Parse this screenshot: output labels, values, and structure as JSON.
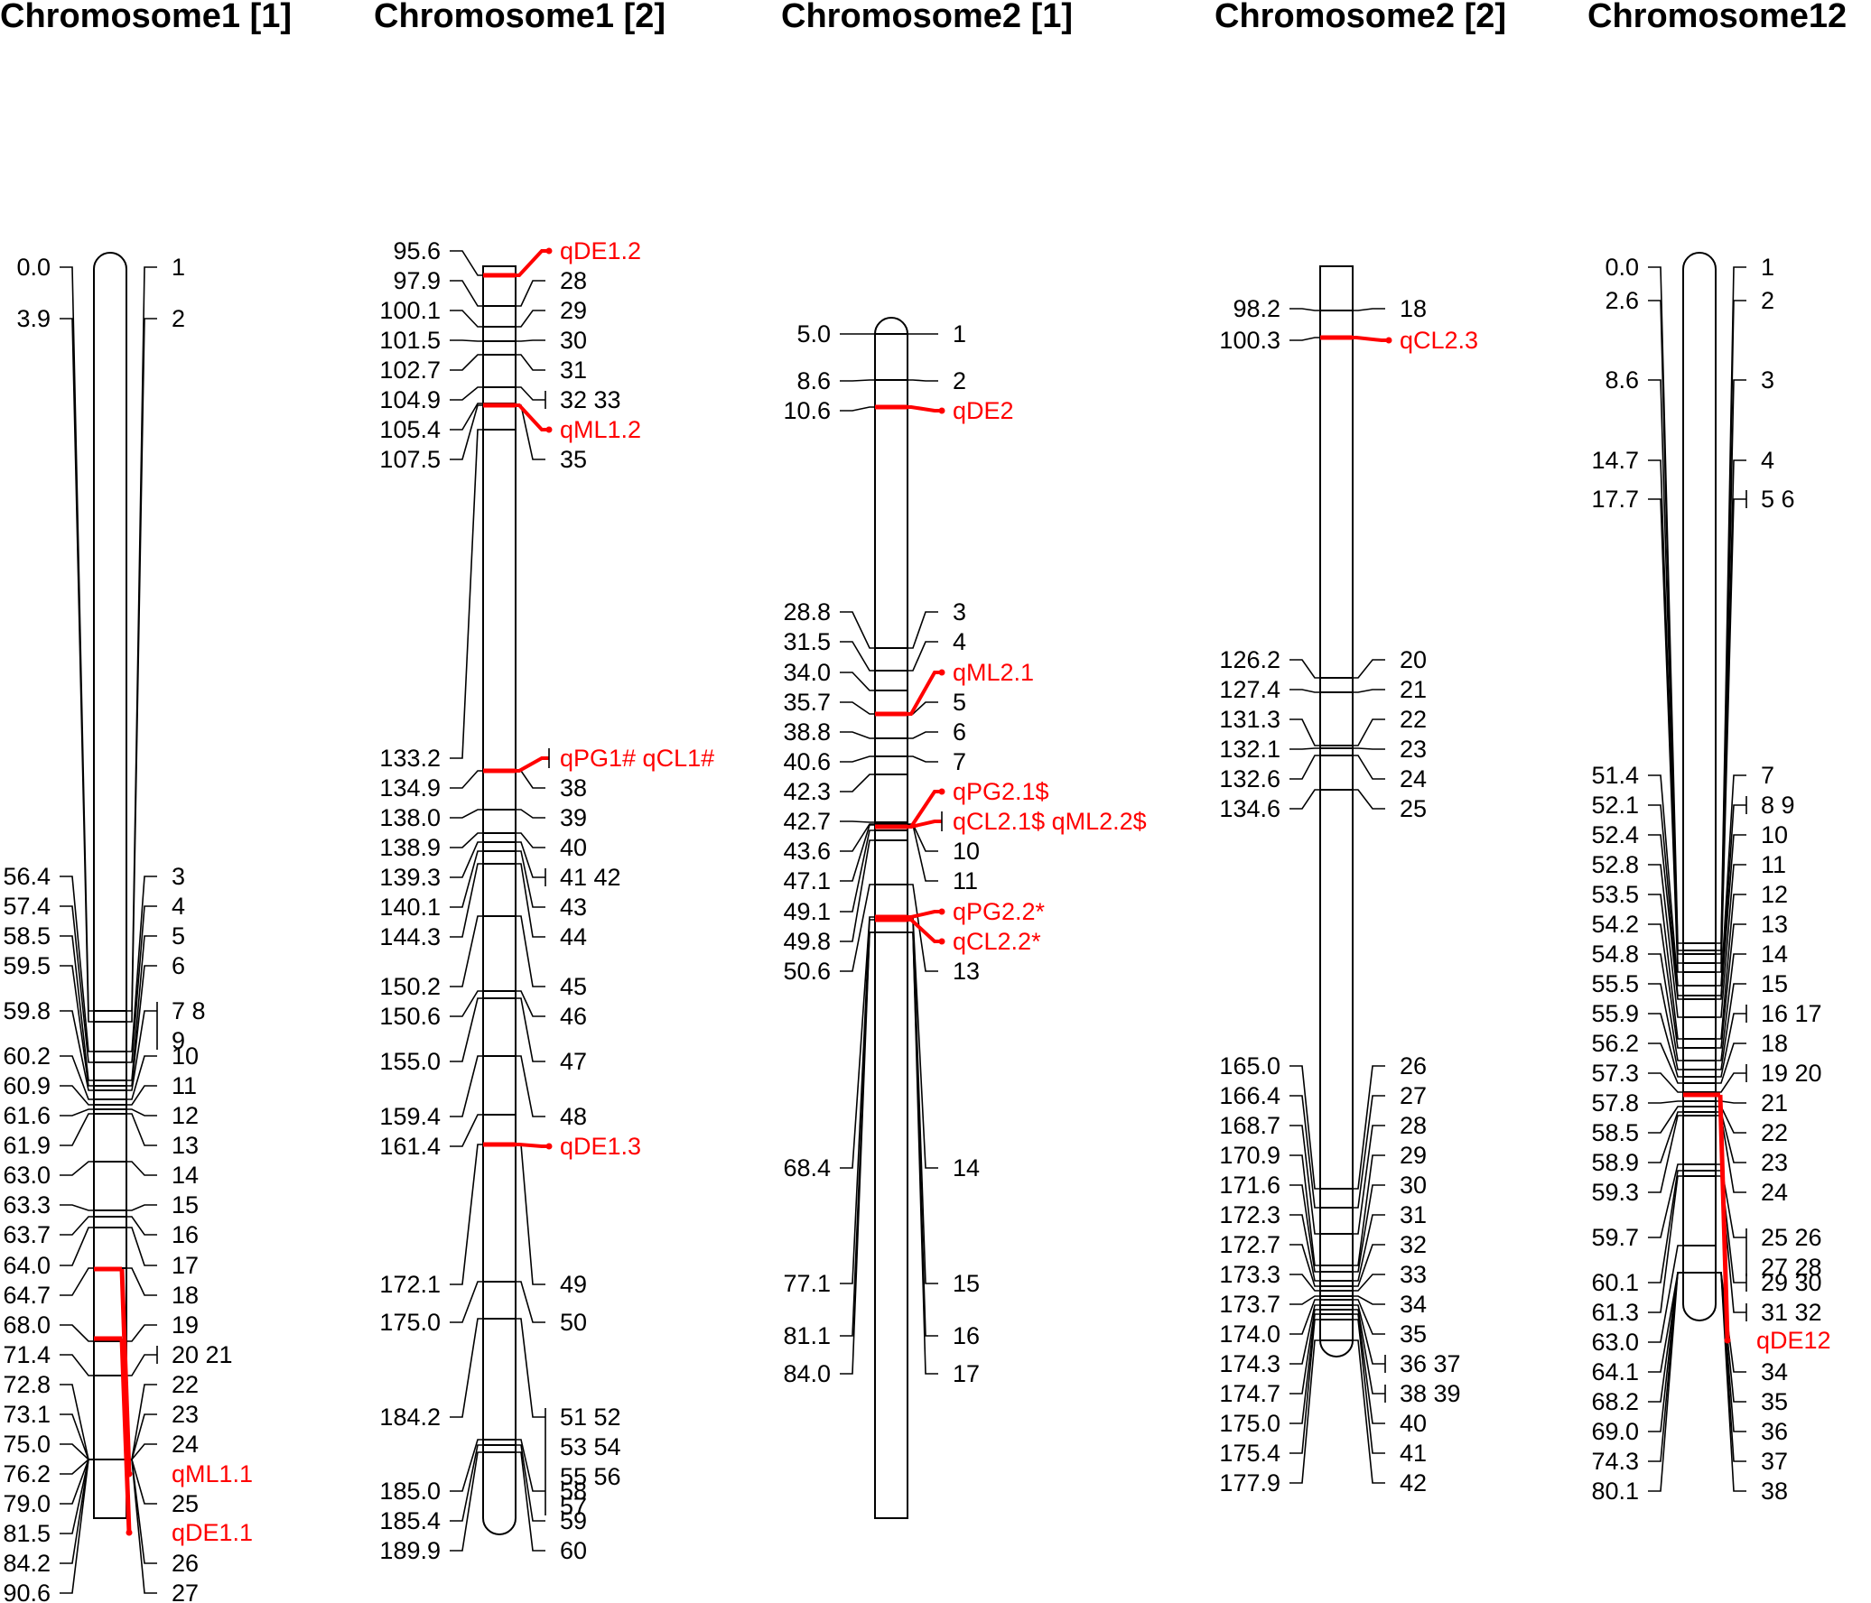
{
  "colors": {
    "line": "#000000",
    "qtl": "#ff0000",
    "background": "#ffffff"
  },
  "chromosomes": [
    {
      "title": "Chromosome1 [1]",
      "markers": [
        {
          "pos": "0.0",
          "labels": [
            "1"
          ]
        },
        {
          "pos": "3.9",
          "labels": [
            "2"
          ]
        },
        {
          "pos": "56.4",
          "labels": [
            "3"
          ]
        },
        {
          "pos": "57.4",
          "labels": [
            "4"
          ]
        },
        {
          "pos": "58.5",
          "labels": [
            "5"
          ]
        },
        {
          "pos": "59.5",
          "labels": [
            "6"
          ]
        },
        {
          "pos": "59.8",
          "labels": [
            "7 8",
            "9"
          ]
        },
        {
          "pos": "60.2",
          "labels": [
            "10"
          ]
        },
        {
          "pos": "60.9",
          "labels": [
            "11"
          ]
        },
        {
          "pos": "61.6",
          "labels": [
            "12"
          ]
        },
        {
          "pos": "61.9",
          "labels": [
            "13"
          ]
        },
        {
          "pos": "63.0",
          "labels": [
            "14"
          ]
        },
        {
          "pos": "63.3",
          "labels": [
            "15"
          ]
        },
        {
          "pos": "63.7",
          "labels": [
            "16"
          ]
        },
        {
          "pos": "64.0",
          "labels": [
            "17"
          ]
        },
        {
          "pos": "64.7",
          "labels": [
            "18"
          ]
        },
        {
          "pos": "68.0",
          "labels": [
            "19"
          ]
        },
        {
          "pos": "71.4",
          "labels": [
            "20 21"
          ]
        },
        {
          "pos": "72.8",
          "labels": [
            "22"
          ]
        },
        {
          "pos": "73.1",
          "labels": [
            "23"
          ]
        },
        {
          "pos": "75.0",
          "labels": [
            "24"
          ]
        },
        {
          "pos": "76.2",
          "labels": []
        },
        {
          "pos": "79.0",
          "labels": [
            "25"
          ]
        },
        {
          "pos": "81.5",
          "labels": []
        },
        {
          "pos": "84.2",
          "labels": [
            "26"
          ]
        },
        {
          "pos": "90.6",
          "labels": [
            "27"
          ]
        }
      ],
      "qtls": [
        {
          "name": "qML1.1",
          "from": "64.0",
          "to": "76.2"
        },
        {
          "name": "qDE1.1",
          "from": "68.0",
          "to": "81.5"
        }
      ]
    },
    {
      "title": "Chromosome1 [2]",
      "markers": [
        {
          "pos": "95.6",
          "labels": []
        },
        {
          "pos": "97.9",
          "labels": [
            "28"
          ]
        },
        {
          "pos": "100.1",
          "labels": [
            "29"
          ]
        },
        {
          "pos": "101.5",
          "labels": [
            "30"
          ]
        },
        {
          "pos": "102.7",
          "labels": [
            "31"
          ]
        },
        {
          "pos": "104.9",
          "labels": [
            "32 33"
          ]
        },
        {
          "pos": "105.4",
          "labels": []
        },
        {
          "pos": "107.5",
          "labels": [
            "35"
          ]
        },
        {
          "pos": "133.2",
          "labels": []
        },
        {
          "pos": "134.9",
          "labels": [
            "38"
          ]
        },
        {
          "pos": "138.0",
          "labels": [
            "39"
          ]
        },
        {
          "pos": "138.9",
          "labels": [
            "40"
          ]
        },
        {
          "pos": "139.3",
          "labels": [
            "41 42"
          ]
        },
        {
          "pos": "140.1",
          "labels": [
            "43"
          ]
        },
        {
          "pos": "144.3",
          "labels": [
            "44"
          ]
        },
        {
          "pos": "150.2",
          "labels": [
            "45"
          ]
        },
        {
          "pos": "150.6",
          "labels": [
            "46"
          ]
        },
        {
          "pos": "155.0",
          "labels": [
            "47"
          ]
        },
        {
          "pos": "159.4",
          "labels": [
            "48"
          ]
        },
        {
          "pos": "161.4",
          "labels": []
        },
        {
          "pos": "172.1",
          "labels": [
            "49"
          ]
        },
        {
          "pos": "175.0",
          "labels": [
            "50"
          ]
        },
        {
          "pos": "184.2",
          "labels": [
            "51 52",
            "53 54",
            "55 56",
            "57"
          ]
        },
        {
          "pos": "185.0",
          "labels": [
            "58"
          ]
        },
        {
          "pos": "185.4",
          "labels": [
            "59"
          ]
        },
        {
          "pos": "189.9",
          "labels": [
            "60"
          ]
        }
      ],
      "qtls": [
        {
          "name": "qDE1.2",
          "from": "97.9",
          "to": "97.9"
        },
        {
          "name": "qML1.2",
          "from": "105.4",
          "to": "105.4"
        },
        {
          "name": "qPG1# qCL1#",
          "from": "133.2",
          "to": "133.2"
        },
        {
          "name": "qDE1.3",
          "from": "161.4",
          "to": "161.4"
        }
      ]
    },
    {
      "title": "Chromosome2 [1]",
      "markers": [
        {
          "pos": "5.0",
          "labels": [
            "1"
          ]
        },
        {
          "pos": "8.6",
          "labels": [
            "2"
          ]
        },
        {
          "pos": "10.6",
          "labels": []
        },
        {
          "pos": "28.8",
          "labels": [
            "3"
          ]
        },
        {
          "pos": "31.5",
          "labels": [
            "4"
          ]
        },
        {
          "pos": "34.0",
          "labels": []
        },
        {
          "pos": "35.7",
          "labels": [
            "5"
          ]
        },
        {
          "pos": "38.8",
          "labels": [
            "6"
          ]
        },
        {
          "pos": "40.6",
          "labels": [
            "7"
          ]
        },
        {
          "pos": "42.3",
          "labels": []
        },
        {
          "pos": "42.7",
          "labels": []
        },
        {
          "pos": "43.6",
          "labels": [
            "10"
          ]
        },
        {
          "pos": "47.1",
          "labels": [
            "11"
          ]
        },
        {
          "pos": "49.1",
          "labels": []
        },
        {
          "pos": "49.8",
          "labels": []
        },
        {
          "pos": "50.6",
          "labels": [
            "13"
          ]
        },
        {
          "pos": "68.4",
          "labels": [
            "14"
          ]
        },
        {
          "pos": "77.1",
          "labels": [
            "15"
          ]
        },
        {
          "pos": "81.1",
          "labels": [
            "16"
          ]
        },
        {
          "pos": "84.0",
          "labels": [
            "17"
          ]
        }
      ],
      "qtls": [
        {
          "name": "qDE2",
          "from": "10.6",
          "to": "10.6"
        },
        {
          "name": "qML2.1",
          "from": "35.7",
          "to": "35.7"
        },
        {
          "name": "qPG2.1$",
          "from": "42.7",
          "to": "42.7"
        },
        {
          "name": "qCL2.1$ qML2.2$",
          "from": "42.7",
          "to": "42.7"
        },
        {
          "name": "qPG2.2*",
          "from": "49.1",
          "to": "49.1"
        },
        {
          "name": "qCL2.2*",
          "from": "49.8",
          "to": "49.8"
        }
      ]
    },
    {
      "title": "Chromosome2 [2]",
      "markers": [
        {
          "pos": "98.2",
          "labels": [
            "18"
          ]
        },
        {
          "pos": "100.3",
          "labels": []
        },
        {
          "pos": "126.2",
          "labels": [
            "20"
          ]
        },
        {
          "pos": "127.4",
          "labels": [
            "21"
          ]
        },
        {
          "pos": "131.3",
          "labels": [
            "22"
          ]
        },
        {
          "pos": "132.1",
          "labels": [
            "23"
          ]
        },
        {
          "pos": "132.6",
          "labels": [
            "24"
          ]
        },
        {
          "pos": "134.6",
          "labels": [
            "25"
          ]
        },
        {
          "pos": "165.0",
          "labels": [
            "26"
          ]
        },
        {
          "pos": "166.4",
          "labels": [
            "27"
          ]
        },
        {
          "pos": "168.7",
          "labels": [
            "28"
          ]
        },
        {
          "pos": "170.9",
          "labels": [
            "29"
          ]
        },
        {
          "pos": "171.6",
          "labels": [
            "30"
          ]
        },
        {
          "pos": "172.3",
          "labels": [
            "31"
          ]
        },
        {
          "pos": "172.7",
          "labels": [
            "32"
          ]
        },
        {
          "pos": "173.3",
          "labels": [
            "33"
          ]
        },
        {
          "pos": "173.7",
          "labels": [
            "34"
          ]
        },
        {
          "pos": "174.0",
          "labels": [
            "35"
          ]
        },
        {
          "pos": "174.3",
          "labels": [
            "36 37"
          ]
        },
        {
          "pos": "174.7",
          "labels": [
            "38 39"
          ]
        },
        {
          "pos": "175.0",
          "labels": [
            "40"
          ]
        },
        {
          "pos": "175.4",
          "labels": [
            "41"
          ]
        },
        {
          "pos": "177.9",
          "labels": [
            "42"
          ]
        }
      ],
      "qtls": [
        {
          "name": "qCL2.3",
          "from": "100.3",
          "to": "100.3"
        }
      ]
    },
    {
      "title": "Chromosome12",
      "markers": [
        {
          "pos": "0.0",
          "labels": [
            "1"
          ]
        },
        {
          "pos": "2.6",
          "labels": [
            "2"
          ]
        },
        {
          "pos": "8.6",
          "labels": [
            "3"
          ]
        },
        {
          "pos": "14.7",
          "labels": [
            "4"
          ]
        },
        {
          "pos": "17.7",
          "labels": [
            "5 6"
          ]
        },
        {
          "pos": "51.4",
          "labels": [
            "7"
          ]
        },
        {
          "pos": "52.1",
          "labels": [
            "8 9"
          ]
        },
        {
          "pos": "52.4",
          "labels": [
            "10"
          ]
        },
        {
          "pos": "52.8",
          "labels": [
            "11"
          ]
        },
        {
          "pos": "53.5",
          "labels": [
            "12"
          ]
        },
        {
          "pos": "54.2",
          "labels": [
            "13"
          ]
        },
        {
          "pos": "54.8",
          "labels": [
            "14"
          ]
        },
        {
          "pos": "55.5",
          "labels": [
            "15"
          ]
        },
        {
          "pos": "55.9",
          "labels": [
            "16 17"
          ]
        },
        {
          "pos": "56.2",
          "labels": [
            "18"
          ]
        },
        {
          "pos": "57.3",
          "labels": [
            "19 20"
          ]
        },
        {
          "pos": "57.8",
          "labels": [
            "21"
          ]
        },
        {
          "pos": "58.5",
          "labels": [
            "22"
          ]
        },
        {
          "pos": "58.9",
          "labels": [
            "23"
          ]
        },
        {
          "pos": "59.3",
          "labels": [
            "24"
          ]
        },
        {
          "pos": "59.7",
          "labels": [
            "25 26",
            "27 28"
          ]
        },
        {
          "pos": "60.1",
          "labels": [
            "29 30"
          ]
        },
        {
          "pos": "61.3",
          "labels": [
            "31 32"
          ]
        },
        {
          "pos": "63.0",
          "labels": []
        },
        {
          "pos": "64.1",
          "labels": [
            "34"
          ]
        },
        {
          "pos": "68.2",
          "labels": [
            "35"
          ]
        },
        {
          "pos": "69.0",
          "labels": [
            "36"
          ]
        },
        {
          "pos": "74.3",
          "labels": [
            "37"
          ]
        },
        {
          "pos": "80.1",
          "labels": [
            "38"
          ]
        }
      ],
      "qtls": [
        {
          "name": "qDE12",
          "from": "57.8",
          "to": "63.0"
        }
      ]
    }
  ]
}
